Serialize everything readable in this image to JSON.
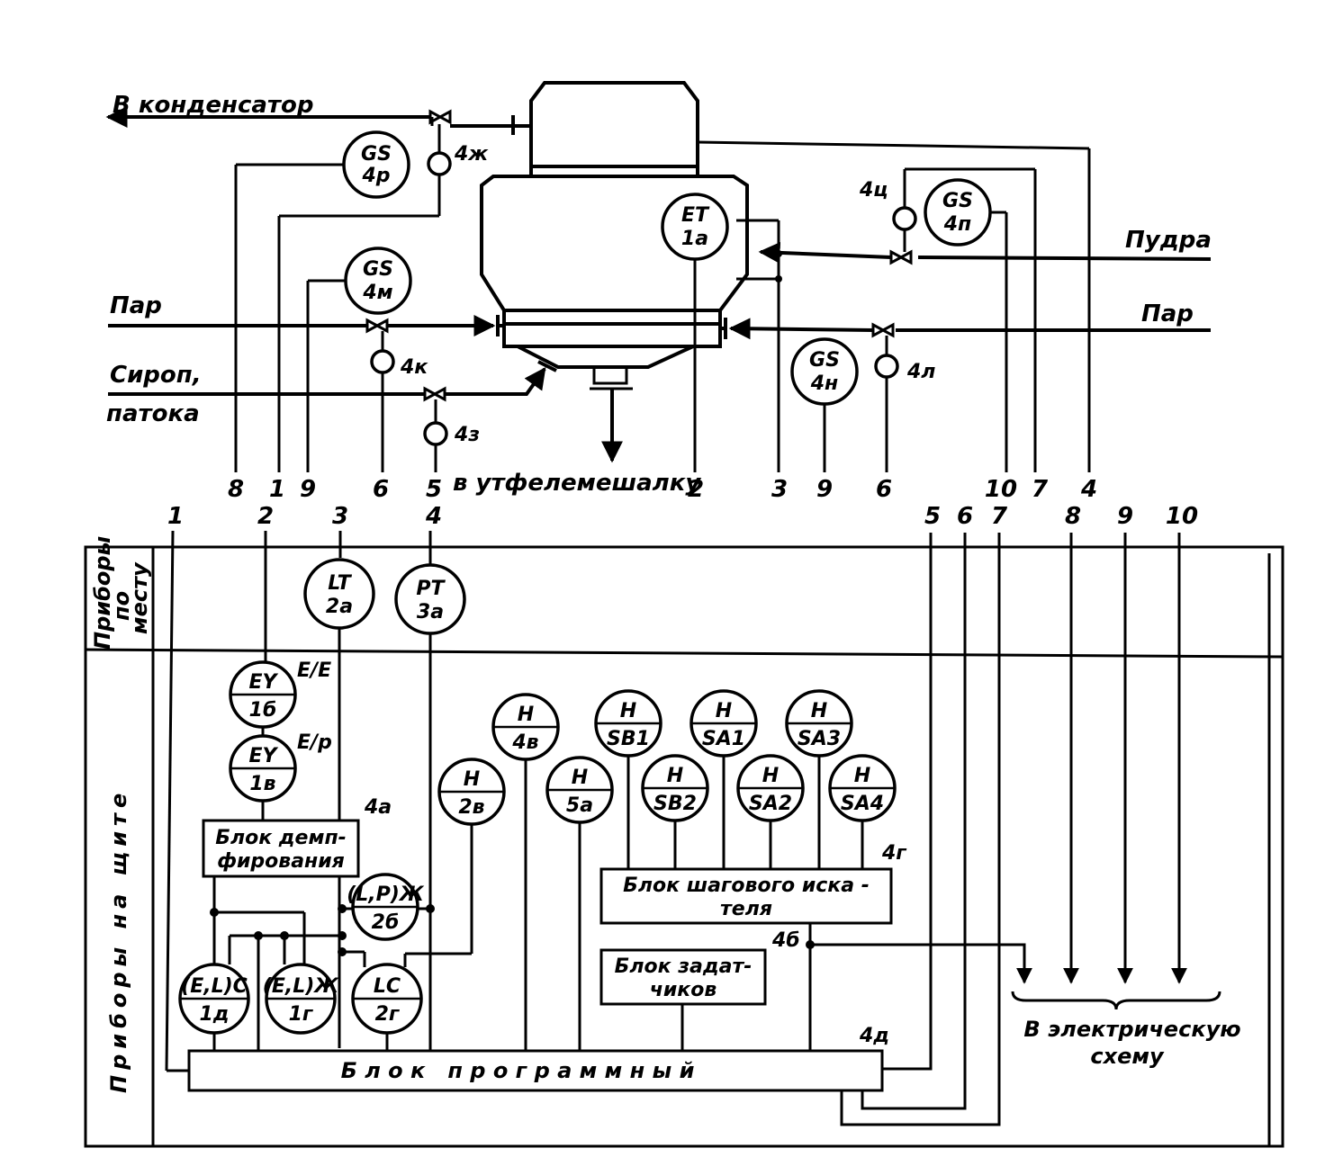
{
  "streams": {
    "condenser": "В конденсатор",
    "steam_left": "Пар",
    "syrup_1": "Сироп,",
    "syrup_2": "патока",
    "powder": "Пудра",
    "steam_right": "Пар",
    "mixer": "в утфелемешалку"
  },
  "field_instruments": {
    "gs4r": [
      "GS",
      "4р"
    ],
    "gs4m": [
      "GS",
      "4м"
    ],
    "gs4p": [
      "GS",
      "4п"
    ],
    "gs4n": [
      "GS",
      "4н"
    ],
    "et1a": [
      "ET",
      "1а"
    ],
    "lt2a": [
      "LT",
      "2а"
    ],
    "pt3a": [
      "PT",
      "3а"
    ]
  },
  "actuators": {
    "a4zh": "4ж",
    "a4ts": "4ц",
    "a4k": "4к",
    "a4z": "4з",
    "a4l": "4л"
  },
  "line_numbers_top": [
    "8",
    "1",
    "9",
    "6",
    "5",
    "2",
    "3",
    "9",
    "6",
    "10",
    "7",
    "4"
  ],
  "line_numbers_panel": [
    "1",
    "2",
    "3",
    "4",
    "5",
    "6",
    "7",
    "8",
    "9",
    "10"
  ],
  "sections": {
    "local": [
      "Приборы",
      "по",
      "месту"
    ],
    "panel": "Приборы на щите"
  },
  "panel_instruments": {
    "ey1b": [
      "EY",
      "1б"
    ],
    "ey1v": [
      "EY",
      "1в"
    ],
    "conv_ee": "E/E",
    "conv_ep": "E/р",
    "lp2b": [
      "(L,P)Ж",
      "2б"
    ],
    "el1d": [
      "(E,L)C",
      "1д"
    ],
    "el1g": [
      "(E,L)Ж",
      "1г"
    ],
    "lc2g": [
      "LC",
      "2г"
    ],
    "h2v": [
      "H",
      "2в"
    ],
    "h4v": [
      "H",
      "4в"
    ],
    "h5a": [
      "H",
      "5а"
    ],
    "hsb1": [
      "H",
      "SB1"
    ],
    "hsb2": [
      "H",
      "SB2"
    ],
    "hsa1": [
      "H",
      "SA1"
    ],
    "hsa2": [
      "H",
      "SA2"
    ],
    "hsa3": [
      "H",
      "SA3"
    ],
    "hsa4": [
      "H",
      "SA4"
    ]
  },
  "blocks": {
    "damping": [
      "Блок демп-",
      "фирования"
    ],
    "damping_tag": "4а",
    "stepper": [
      "Блок шагового иска -",
      "теля"
    ],
    "stepper_tag": "4г",
    "setters": [
      "Блок задат-",
      "чиков"
    ],
    "setters_tag": "4б",
    "program": "Б л о к   п р о г р а м м н ы й",
    "program_tag": "4д"
  },
  "electric": [
    "В электрическую",
    "схему"
  ]
}
